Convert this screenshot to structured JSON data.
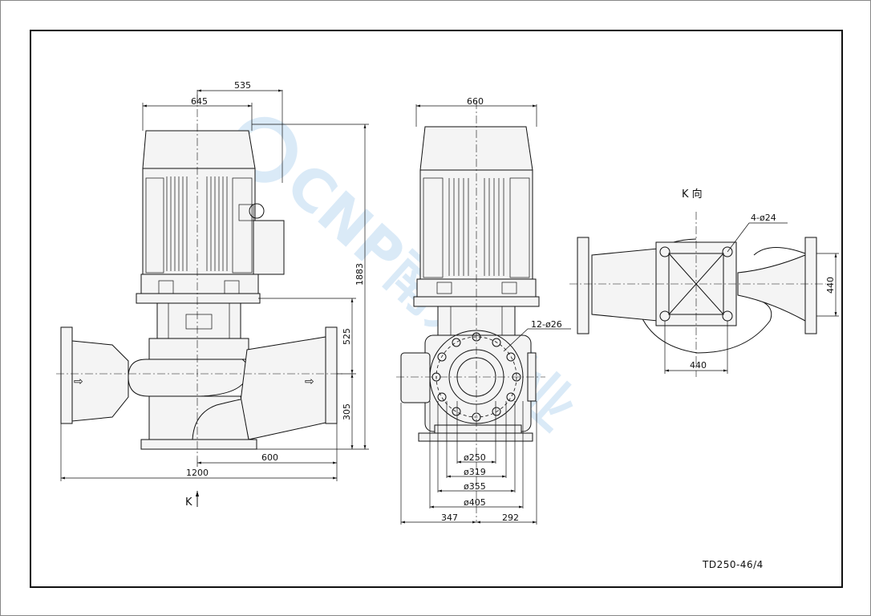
{
  "colors": {
    "line": "#111111",
    "frame": "#111111",
    "watermark": "#bcd9f1"
  },
  "watermark": {
    "text": "CNP南方泵业"
  },
  "front_view": {
    "dims": {
      "d535": "535",
      "d645": "645",
      "d1883": "1883",
      "d525": "525",
      "d305": "305",
      "d600": "600",
      "d1200": "1200"
    },
    "k_marker": "K"
  },
  "side_view": {
    "dims": {
      "d660": "660",
      "d347": "347",
      "d292": "292"
    },
    "bolt_note": "12-ø26",
    "diameters": [
      "ø250",
      "ø319",
      "ø355",
      "ø405"
    ]
  },
  "k_view": {
    "title": "K 向",
    "bolt_note": "4-ø24",
    "dims": {
      "d440_h": "440",
      "d440_v": "440"
    }
  },
  "model_code": "TD250-46/4"
}
